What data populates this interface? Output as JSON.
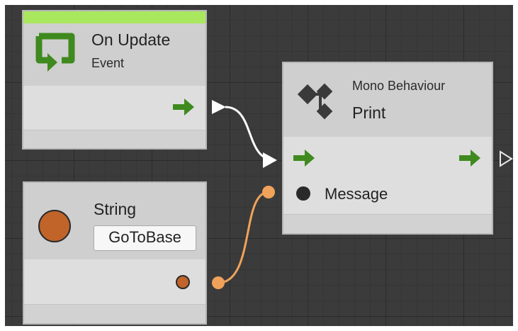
{
  "colors": {
    "event_bar": "#a9e85e",
    "flow_arrow": "#3f8a1f",
    "string_port": "#c0642a",
    "string_wire": "#f0a25a",
    "flow_wire": "#ffffff"
  },
  "nodes": {
    "on_update": {
      "title": "On Update",
      "subtitle": "Event",
      "icon": "event-loop-icon"
    },
    "string": {
      "title": "String",
      "value": "GoToBase",
      "icon": "string-type-icon"
    },
    "print": {
      "category": "Mono Behaviour",
      "title": "Print",
      "icon": "mono-behaviour-icon",
      "message_label": "Message"
    }
  }
}
